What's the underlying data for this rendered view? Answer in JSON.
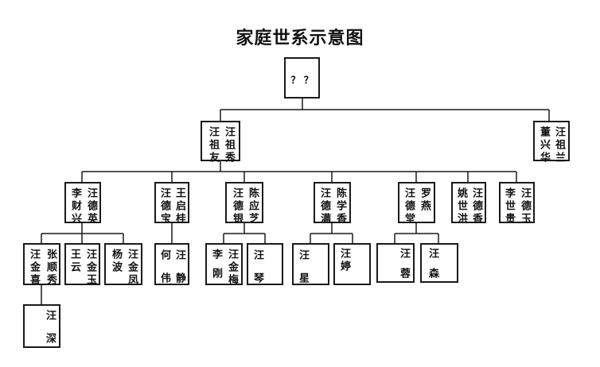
{
  "title": "家庭世系示意图",
  "root": "？ ？",
  "gen1": {
    "zuyou_xiu": [
      "汪祖秀",
      "汪祖友"
    ],
    "lan_hua": [
      "汪祖兰",
      "董兴华"
    ]
  },
  "gen2": {
    "ying_xing": [
      "汪德英",
      "李财兴"
    ],
    "gui_bao": [
      "王启桂",
      "汪德宝"
    ],
    "zhi_yin": [
      "陈应芝",
      "汪德银"
    ],
    "xiang_man": [
      "陈学香",
      "汪德满"
    ],
    "yan_tang": [
      "罗燕",
      "汪德堂"
    ],
    "xiang_hong": [
      "汪德香",
      "姚世洪"
    ],
    "yu_gui": [
      "汪德玉",
      "李世贵"
    ]
  },
  "gen3": {
    "shunxiu_jinxi": [
      "张顺秀",
      "汪金喜"
    ],
    "jinyu_yun": [
      "汪金玉",
      "王云"
    ],
    "jinfeng_bo": [
      "汪金凤",
      "杨波"
    ],
    "jing_wei": [
      "汪静",
      "何伟"
    ],
    "jinmei_gang": [
      "汪金梅",
      "李刚"
    ],
    "qin": "汪琴",
    "xing": "汪星",
    "ting": "汪婷",
    "rong": "汪蓉",
    "sen": "汪森"
  },
  "gen4": {
    "shen": "汪深"
  }
}
